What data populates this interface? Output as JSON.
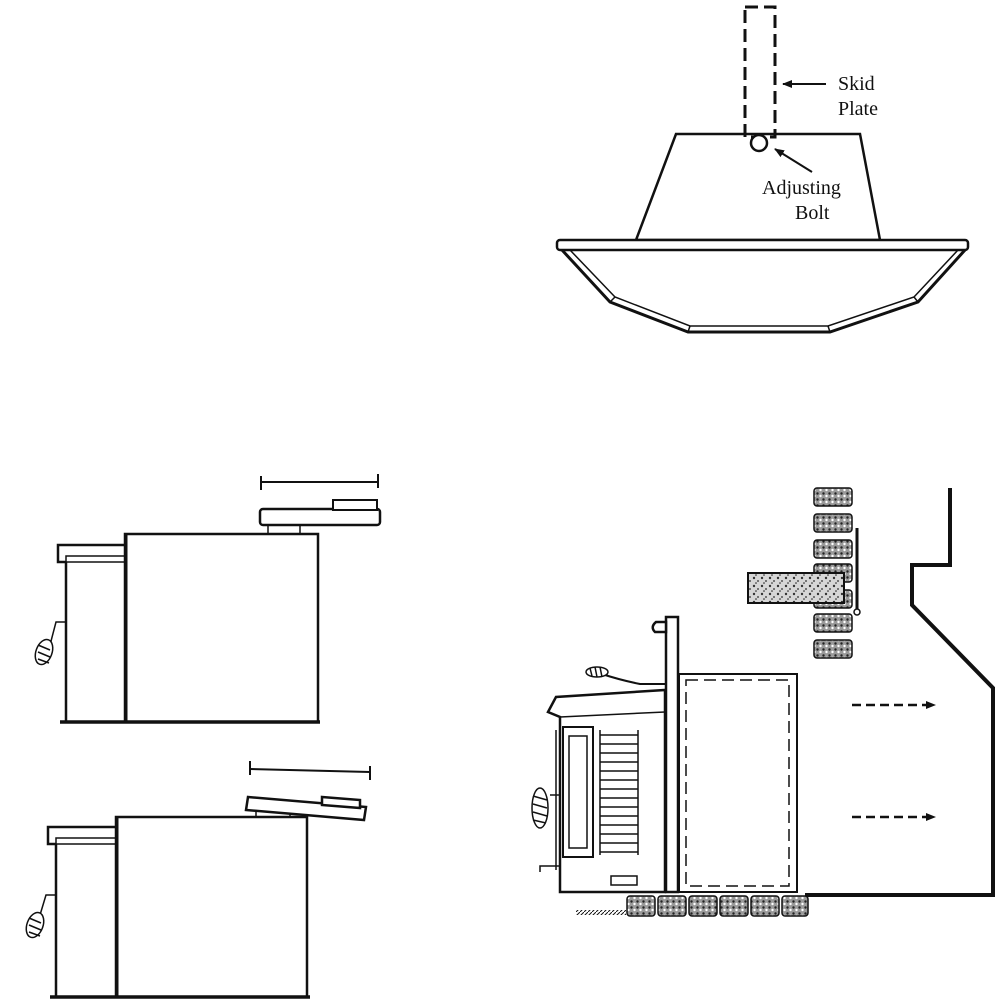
{
  "labels": {
    "skid_plate_line1": "Skid",
    "skid_plate_line2": "Plate",
    "adjusting_bolt_line1": "Adjusting",
    "adjusting_bolt_line2": "Bolt"
  }
}
